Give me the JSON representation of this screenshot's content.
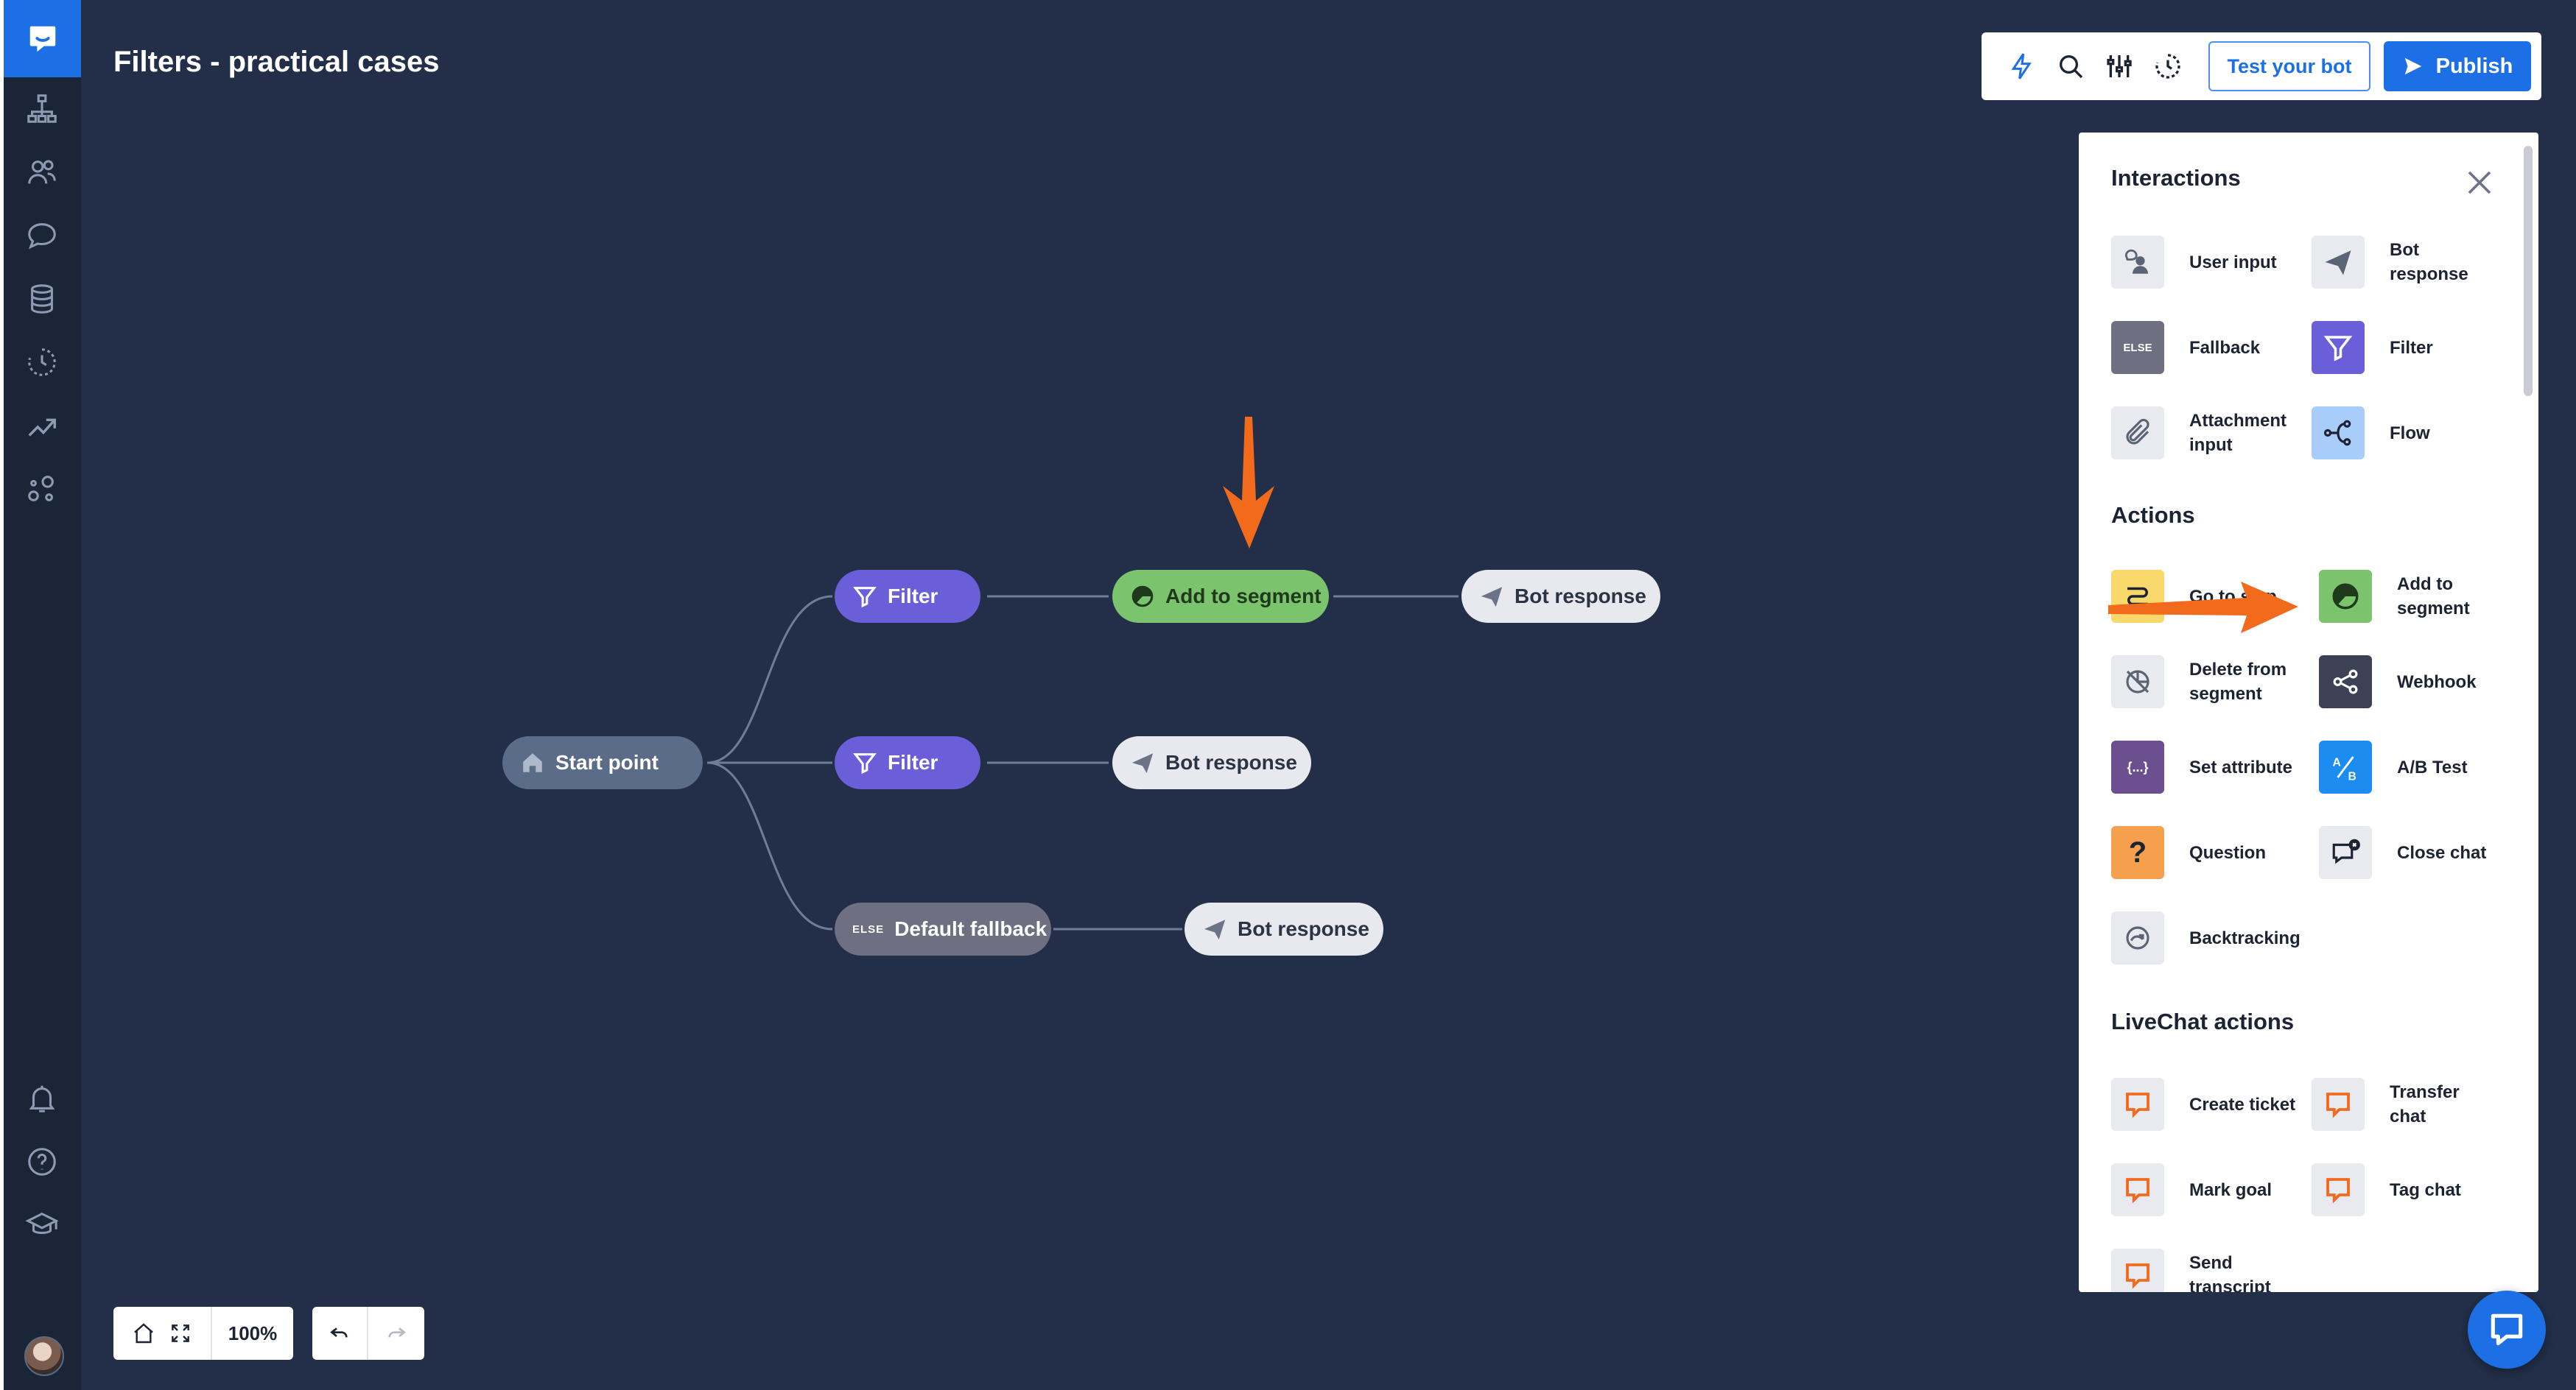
{
  "page": {
    "title": "Filters - practical cases"
  },
  "toolbar": {
    "test_label": "Test your bot",
    "publish_label": "Publish"
  },
  "canvas": {
    "start": "Start point",
    "filter1": "Filter",
    "segment": "Add to segment",
    "bot1": "Bot response",
    "filter2": "Filter",
    "bot2": "Bot response",
    "else_tag": "ELSE",
    "fallback": "Default fallback",
    "bot3": "Bot response"
  },
  "panel": {
    "interactions_title": "Interactions",
    "interactions": [
      {
        "label": "User input",
        "icon": "user-input-icon"
      },
      {
        "label": "Bot response",
        "icon": "paper-plane-icon"
      },
      {
        "label": "Fallback",
        "icon": "else-icon",
        "tag": "ELSE"
      },
      {
        "label": "Filter",
        "icon": "filter-icon"
      },
      {
        "label": "Attachment input",
        "icon": "paperclip-icon"
      },
      {
        "label": "Flow",
        "icon": "flow-icon"
      }
    ],
    "actions_title": "Actions",
    "actions": [
      {
        "label": "Go to step",
        "icon": "goto-icon"
      },
      {
        "label": "Add to segment",
        "icon": "pie-icon"
      },
      {
        "label": "Delete from segment",
        "icon": "delete-segment-icon"
      },
      {
        "label": "Webhook",
        "icon": "webhook-icon"
      },
      {
        "label": "Set attribute",
        "icon": "braces-icon",
        "tag": "{...}"
      },
      {
        "label": "A/B Test",
        "icon": "ab-icon"
      },
      {
        "label": "Question",
        "icon": "question-icon",
        "tag": "?"
      },
      {
        "label": "Close chat",
        "icon": "close-chat-icon"
      },
      {
        "label": "Backtracking",
        "icon": "backtracking-icon"
      }
    ],
    "livechat_title": "LiveChat actions",
    "livechat": [
      {
        "label": "Create ticket",
        "icon": "livechat-icon"
      },
      {
        "label": "Transfer chat",
        "icon": "livechat-icon"
      },
      {
        "label": "Mark goal",
        "icon": "livechat-icon"
      },
      {
        "label": "Tag chat",
        "icon": "livechat-icon"
      },
      {
        "label": "Send transcript",
        "icon": "livechat-icon"
      }
    ]
  },
  "bottom": {
    "zoom": "100%"
  },
  "colors": {
    "accent": "#1d6fe6",
    "filter": "#6a5fd8",
    "segment": "#7cc36e",
    "arrow": "#f26a1b",
    "livechat": "#f26a1b"
  }
}
